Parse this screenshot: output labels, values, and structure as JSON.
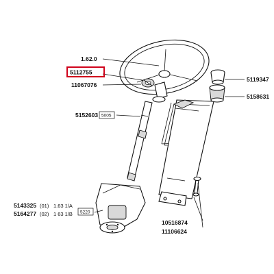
{
  "labels": {
    "steering_wheel": "1.62.0",
    "highlighted_part": "5112755",
    "nut": "11067076",
    "shaft": "5152603",
    "shaft_ref": "5005",
    "cap": "5119347",
    "bushing": "5158631",
    "part_a": "5143325",
    "part_a_qty": "(01)",
    "part_a_ref": "1.63 1/A",
    "part_b": "5164277",
    "part_b_qty": "(02)",
    "part_b_ref": "1 63 1/B",
    "box_ref": "5220",
    "bolt": "10516874",
    "washer": "11106624"
  },
  "highlight_color": "#d0021b"
}
